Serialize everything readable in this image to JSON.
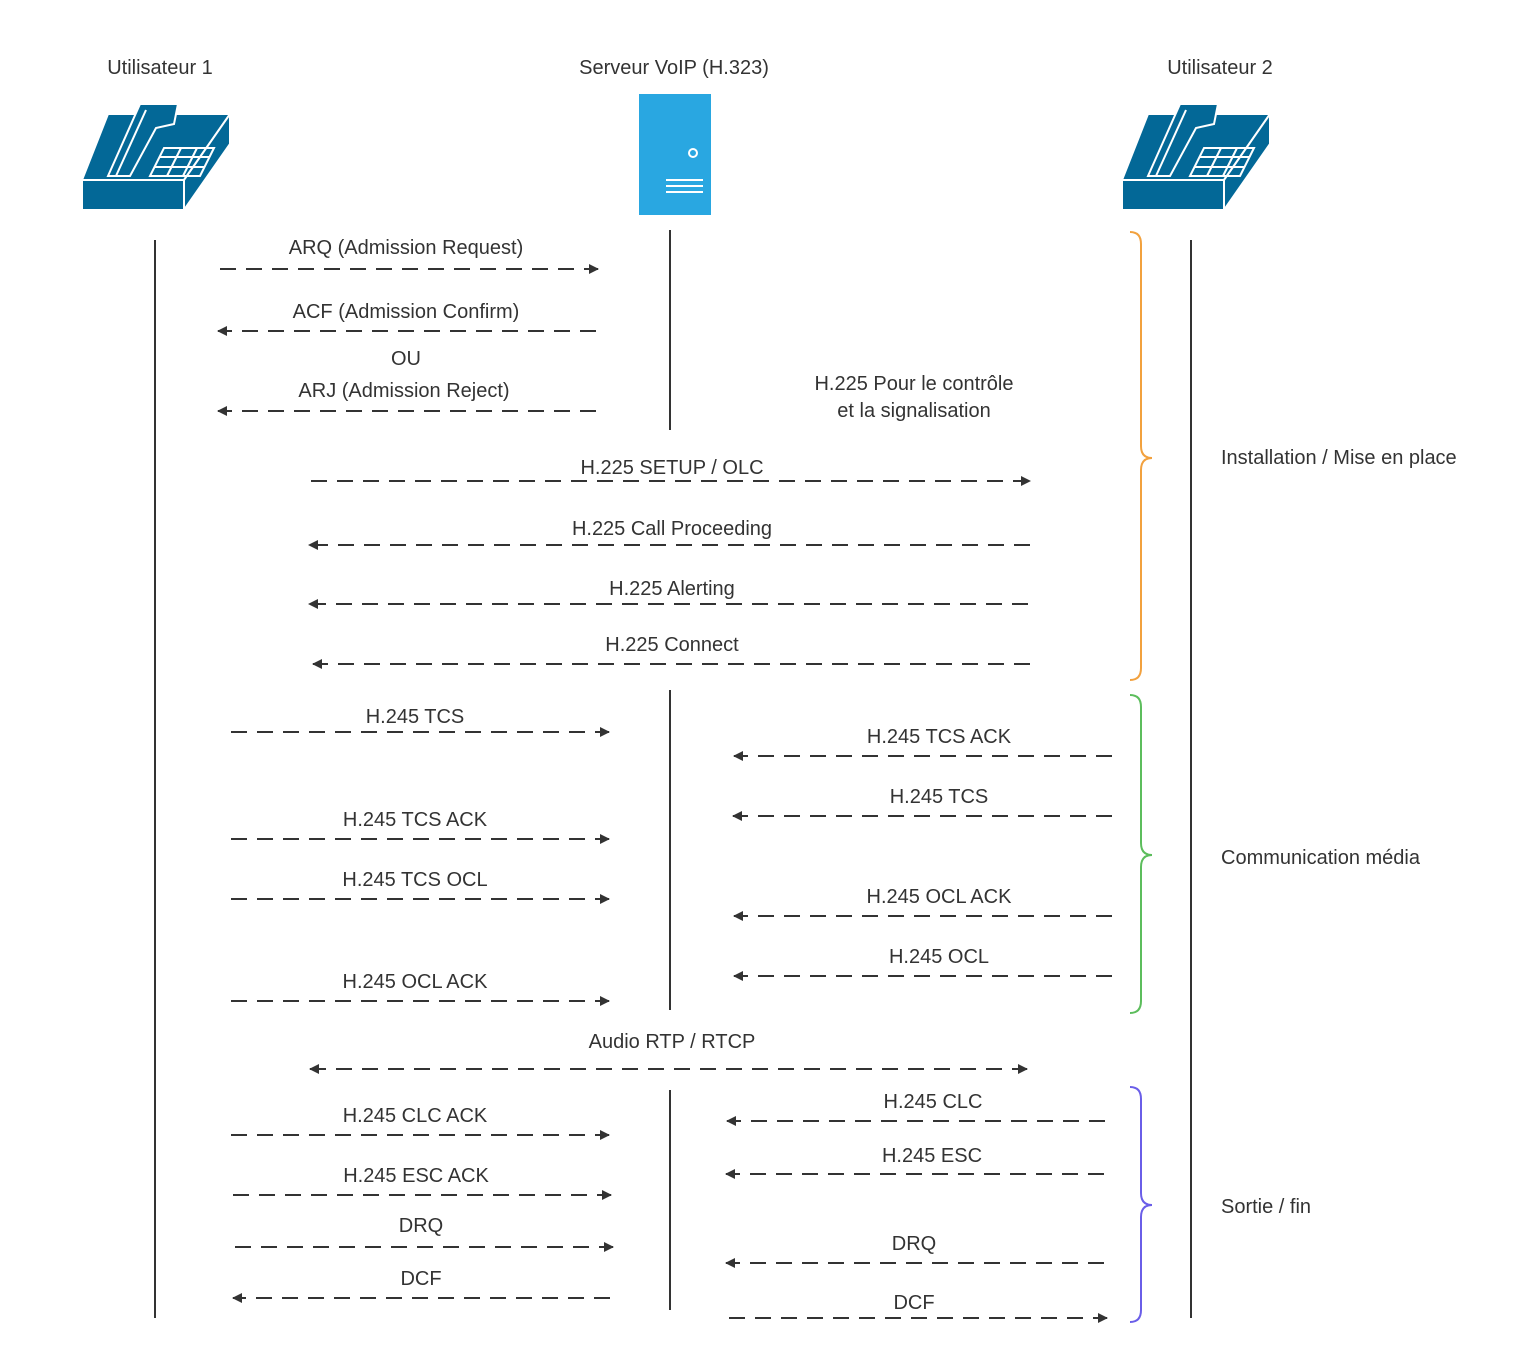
{
  "actors": {
    "user1": "Utilisateur 1",
    "server": "Serveur VoIP (H.323)",
    "user2": "Utilisateur 2"
  },
  "annotations": {
    "signal_line1": "H.225 Pour le contrôle",
    "signal_line2": "et la signalisation",
    "or": "OU"
  },
  "phases": {
    "setup": "Installation / Mise en place",
    "media": "Communication média",
    "exit": "Sortie / fin"
  },
  "messages": [
    "ARQ (Admission Request)",
    "ACF (Admission Confirm)",
    "ARJ (Admission Reject)",
    "H.225 SETUP / OLC",
    "H.225 Call Proceeding",
    "H.225 Alerting",
    "H.225 Connect",
    "H.245 TCS",
    "H.245 TCS ACK",
    "H.245 TCS",
    "H.245 TCS ACK",
    "H.245 TCS OCL",
    "H.245 OCL ACK",
    "H.245 OCL",
    "H.245 OCL ACK",
    "Audio RTP / RTCP",
    "H.245 CLC",
    "H.245 CLC ACK",
    "H.245 ESC",
    "H.245 ESC ACK",
    "DRQ",
    "DRQ",
    "DCF",
    "DCF"
  ],
  "colors": {
    "phone": "#036897",
    "server": "#29a7e1",
    "setup_brace": "#f2a13e",
    "media_brace": "#5cbd5c",
    "exit_brace": "#6a5ee8",
    "line": "#333333"
  }
}
